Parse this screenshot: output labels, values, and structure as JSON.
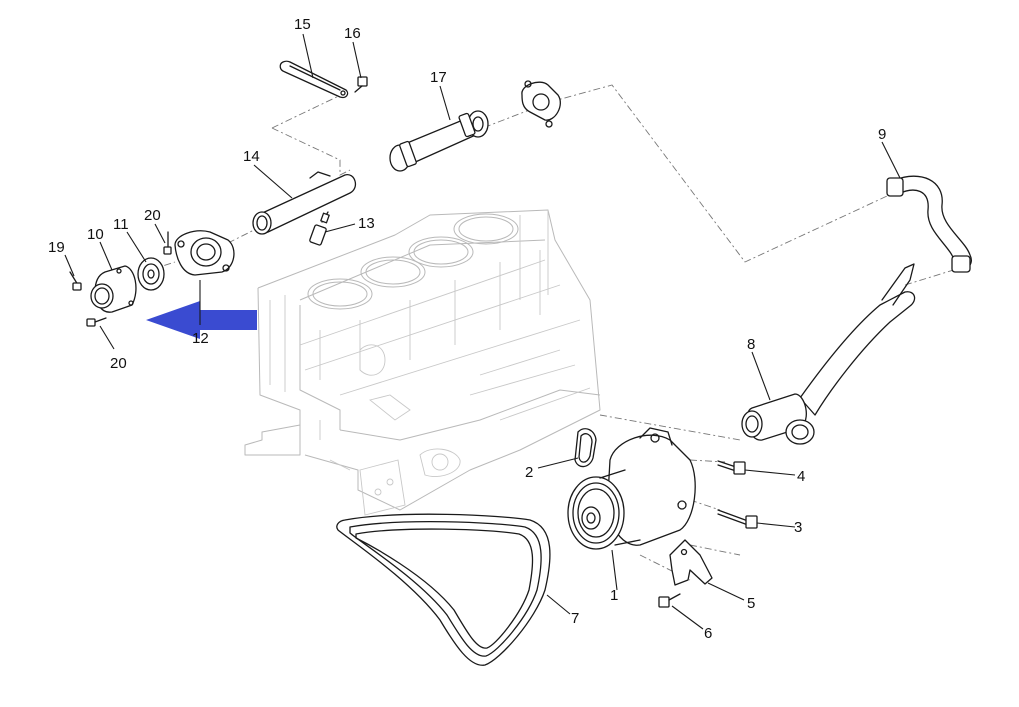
{
  "diagram": {
    "callouts": [
      {
        "id": "1",
        "label": "1"
      },
      {
        "id": "2",
        "label": "2"
      },
      {
        "id": "3",
        "label": "3"
      },
      {
        "id": "4",
        "label": "4"
      },
      {
        "id": "5",
        "label": "5"
      },
      {
        "id": "6",
        "label": "6"
      },
      {
        "id": "7",
        "label": "7"
      },
      {
        "id": "8",
        "label": "8"
      },
      {
        "id": "9",
        "label": "9"
      },
      {
        "id": "10",
        "label": "10"
      },
      {
        "id": "11",
        "label": "11"
      },
      {
        "id": "12",
        "label": "12"
      },
      {
        "id": "13",
        "label": "13"
      },
      {
        "id": "14",
        "label": "14"
      },
      {
        "id": "15",
        "label": "15"
      },
      {
        "id": "16",
        "label": "16"
      },
      {
        "id": "17",
        "label": "17"
      },
      {
        "id": "19",
        "label": "19"
      },
      {
        "id": "20a",
        "label": "20"
      },
      {
        "id": "20b",
        "label": "20"
      }
    ],
    "highlight_arrow_color": "#3a4bd1"
  }
}
